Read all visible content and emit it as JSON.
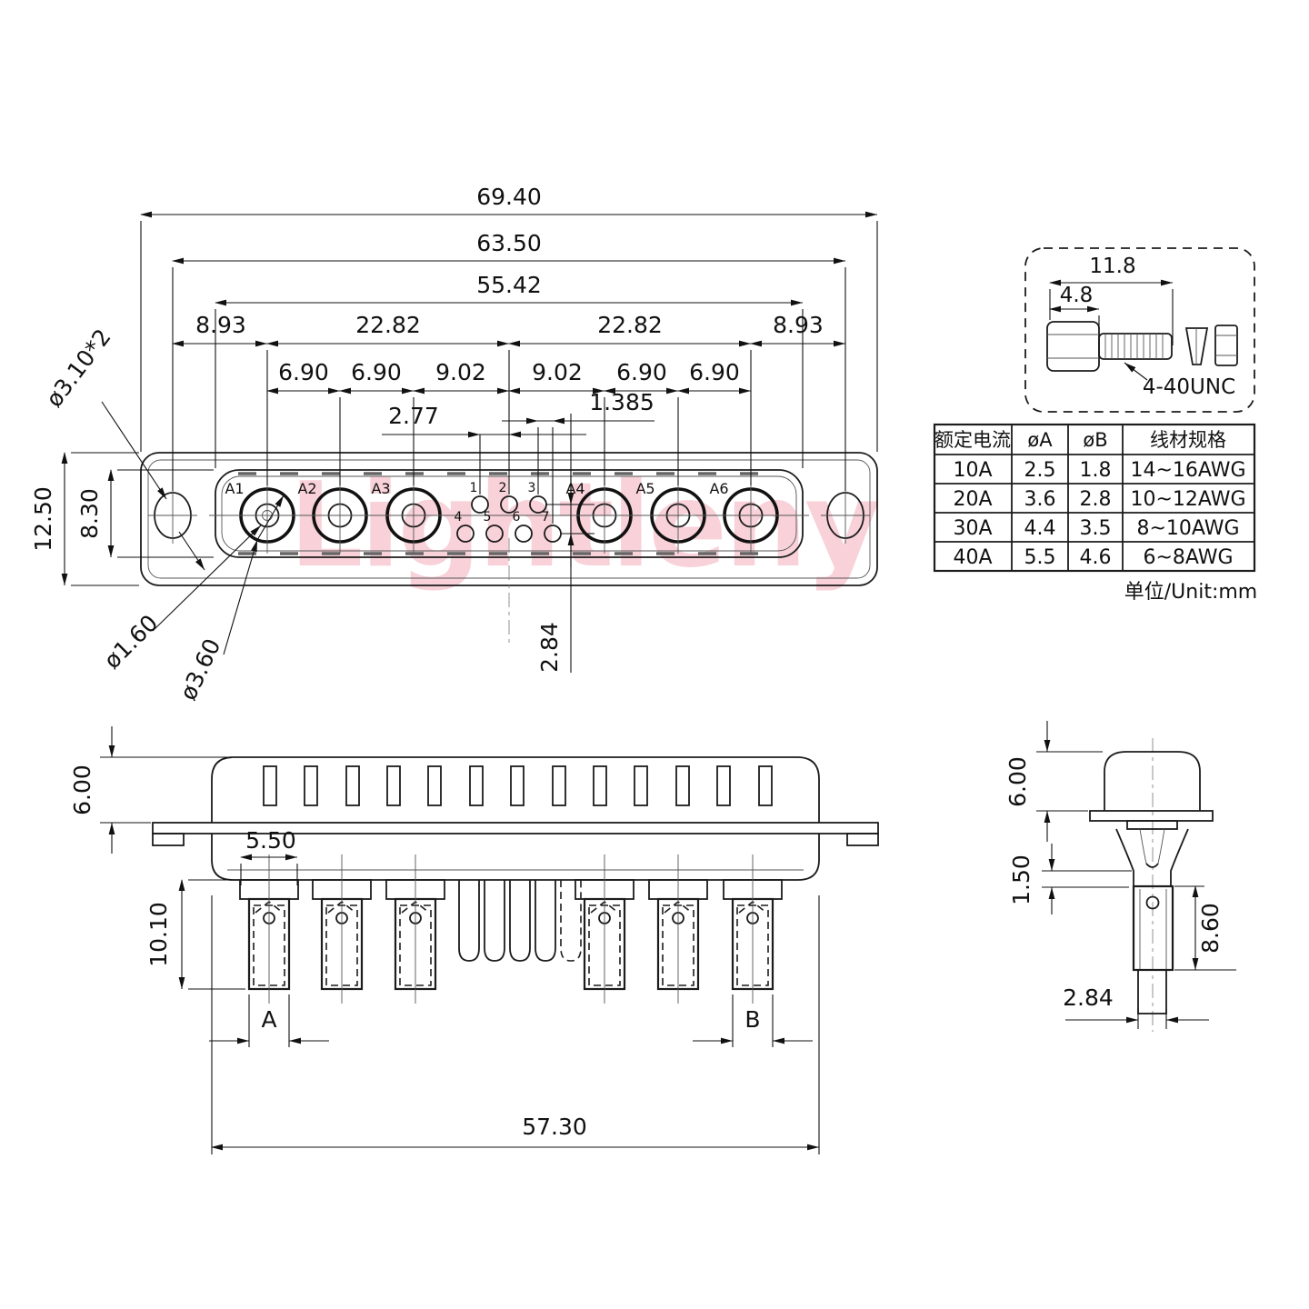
{
  "watermark": "Lightleny",
  "front_view": {
    "contact_labels": [
      "A1",
      "A2",
      "A3",
      "A4",
      "A5",
      "A6"
    ],
    "pin_labels": [
      "1",
      "2",
      "3",
      "4",
      "5",
      "6",
      "7"
    ],
    "dims": {
      "overall_width": "69.40",
      "hole_span": "63.50",
      "insert_width": "55.42",
      "edge": "8.93",
      "group": "22.82",
      "pitch": [
        "6.90",
        "6.90",
        "9.02",
        "9.02",
        "6.90",
        "6.90"
      ],
      "pin_pitch": "2.77",
      "pin_offset": "1.385",
      "row_gap": "2.84",
      "shell_height": "12.50",
      "insert_height": "8.30",
      "hole_dia": "ø3.10*2",
      "pin_dia": "ø1.60",
      "contact_dia": "ø3.60"
    }
  },
  "screw_detail": {
    "length": "11.8",
    "head_length": "4.8",
    "thread": "4-40UNC"
  },
  "spec_table": {
    "headers": [
      "额定电流",
      "øA",
      "øB",
      "线材规格"
    ],
    "rows": [
      {
        "current": "10A",
        "a": "2.5",
        "b": "1.8",
        "wire": "14~16AWG"
      },
      {
        "current": "20A",
        "a": "3.6",
        "b": "2.8",
        "wire": "10~12AWG"
      },
      {
        "current": "30A",
        "a": "4.4",
        "b": "3.5",
        "wire": "8~10AWG"
      },
      {
        "current": "40A",
        "a": "5.5",
        "b": "4.6",
        "wire": "6~8AWG"
      }
    ],
    "unit_note": "单位/Unit:mm"
  },
  "bottom_view": {
    "dims": {
      "shell_height": "6.00",
      "block_width": "5.50",
      "terminal_length": "10.10",
      "dim_a": "A",
      "dim_b": "B",
      "body_width": "57.30"
    }
  },
  "side_view": {
    "dims": {
      "shell_height": "6.00",
      "step": "1.50",
      "barrel_length": "8.60",
      "tail_width": "2.84"
    }
  }
}
